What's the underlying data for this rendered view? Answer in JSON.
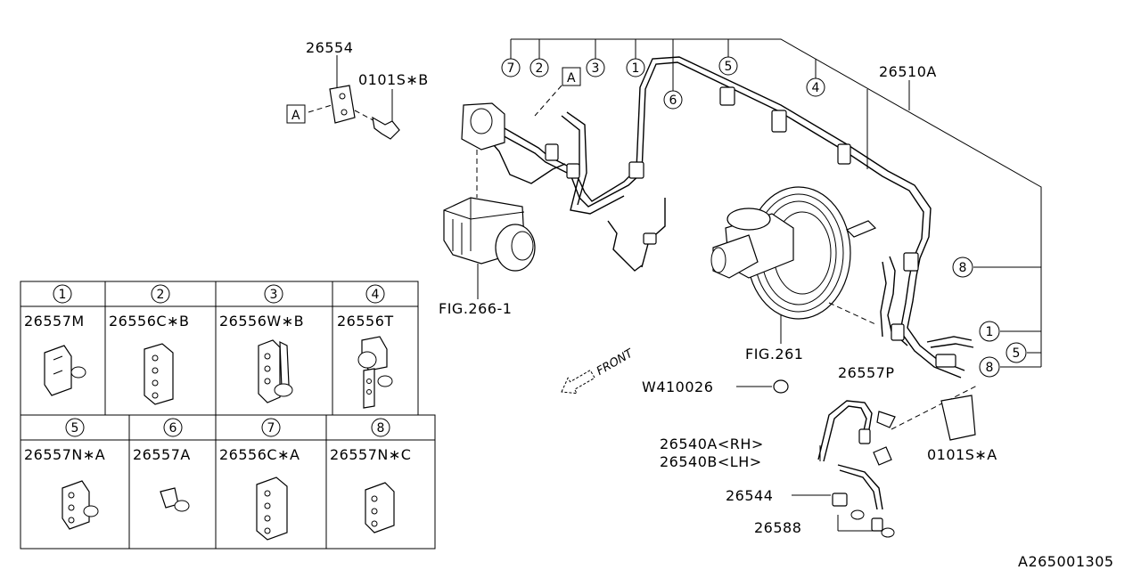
{
  "diagram_id": "A265001305",
  "callouts": {
    "c1": "1",
    "c2": "2",
    "c3": "3",
    "c4": "4",
    "c5": "5",
    "c6": "6",
    "c7": "7",
    "c8": "8"
  },
  "ref_marks": {
    "a": "A"
  },
  "part_numbers": {
    "p26554": "26554",
    "p0101SB": "0101S∗B",
    "p26510A": "26510A",
    "pFIG2661": "FIG.266-1",
    "pFIG261": "FIG.261",
    "pW410026": "W410026",
    "p26557P": "26557P",
    "p26540A": "26540A<RH>",
    "p26540B": "26540B<LH>",
    "p0101SA": "0101S∗A",
    "p26544": "26544",
    "p26588": "26588"
  },
  "front_label": "FRONT",
  "clip_table": {
    "row1": [
      {
        "num": "1",
        "part": "26557M"
      },
      {
        "num": "2",
        "part": "26556C∗B"
      },
      {
        "num": "3",
        "part": "26556W∗B"
      },
      {
        "num": "4",
        "part": "26556T"
      }
    ],
    "row2": [
      {
        "num": "5",
        "part": "26557N∗A"
      },
      {
        "num": "6",
        "part": "26557A"
      },
      {
        "num": "7",
        "part": "26556C∗A"
      },
      {
        "num": "8",
        "part": "26557N∗C"
      }
    ]
  }
}
